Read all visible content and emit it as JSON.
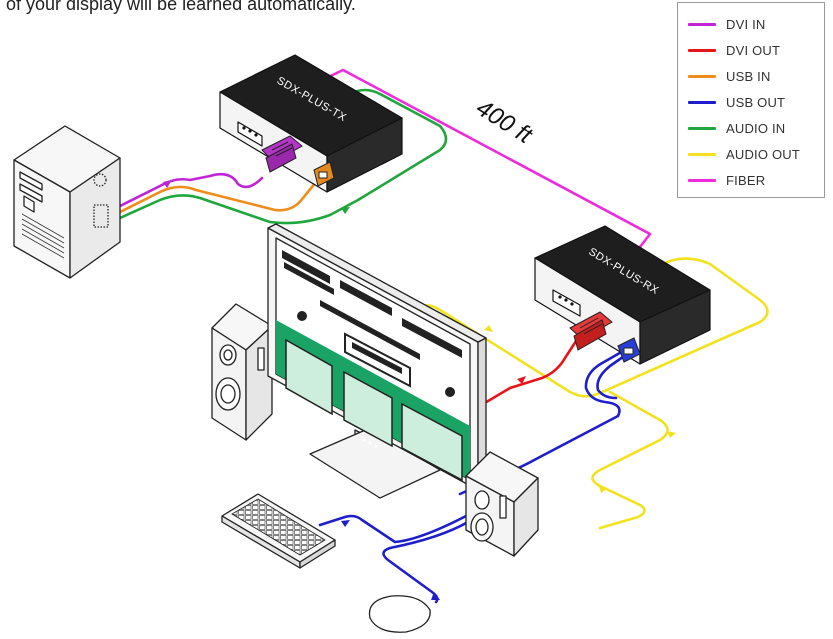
{
  "intro_text": "of your display will be learned automatically.",
  "tx_label": "SDX-PLUS-TX",
  "rx_label": "SDX-PLUS-RX",
  "distance_label": "400 ft",
  "legend": [
    {
      "label": "DVI IN",
      "color": "#c024d6"
    },
    {
      "label": "DVI OUT",
      "color": "#e8141c"
    },
    {
      "label": "USB IN",
      "color": "#f08c1a"
    },
    {
      "label": "USB OUT",
      "color": "#1e1ecc"
    },
    {
      "label": "AUDIO IN",
      "color": "#1fa63c"
    },
    {
      "label": "AUDIO OUT",
      "color": "#f2e21e"
    },
    {
      "label": "FIBER",
      "color": "#ee2bdc"
    }
  ]
}
